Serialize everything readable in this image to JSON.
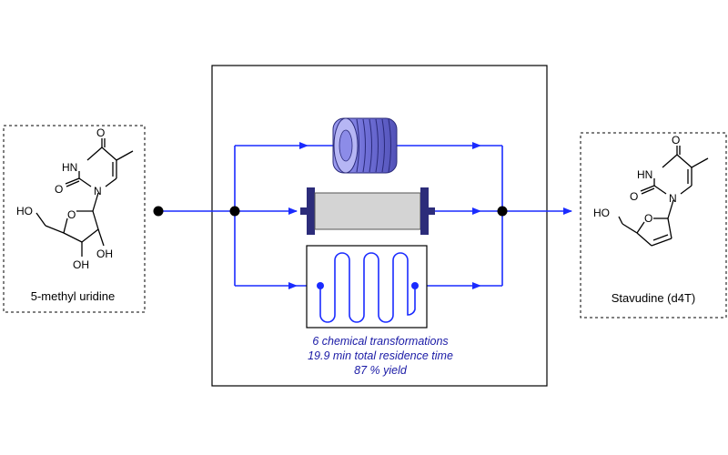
{
  "start_material": {
    "caption": "5-methyl uridine",
    "atoms": {
      "o_top": "O",
      "nh": "HN",
      "o_left": "O",
      "n1": "N",
      "ho": "HO",
      "ring_o": "O",
      "oh_a": "OH",
      "oh_b": "OH"
    }
  },
  "product": {
    "caption": "Stavudine (d4T)",
    "atoms": {
      "o_top": "O",
      "nh": "HN",
      "o_left": "O",
      "n1": "N",
      "ho": "HO",
      "ring_o": "O"
    }
  },
  "reactor_notes": {
    "line1": "6 chemical transformations",
    "line2": "19.9 min total residence time",
    "line3": "87 % yield"
  },
  "colors": {
    "flow_line": "#1a2bff",
    "coil": "#7f7fe0",
    "column_body": "#d4d4d4",
    "column_cap": "#2c2c7a",
    "note_text": "#1a1aa6"
  }
}
